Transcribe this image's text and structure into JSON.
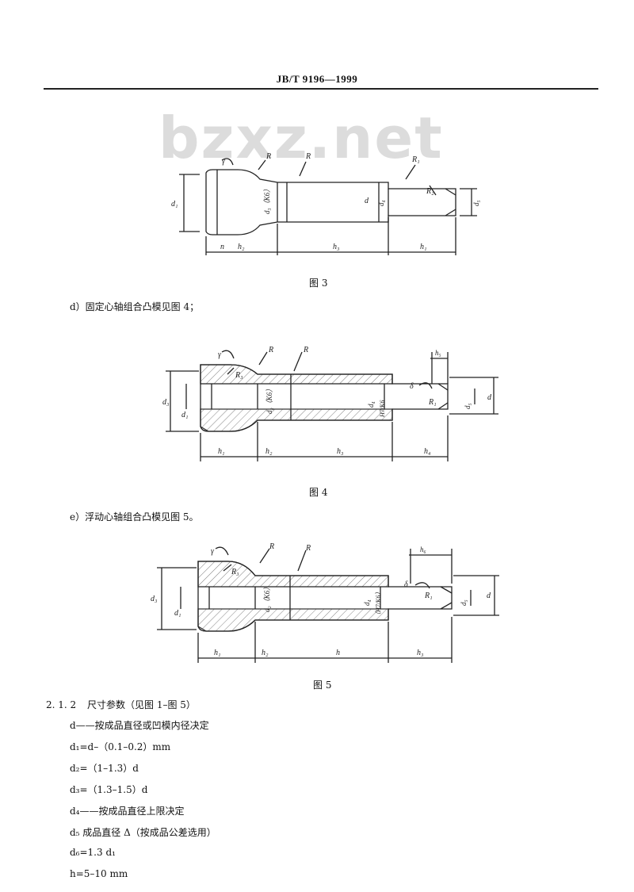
{
  "header": {
    "standard_no": "JB/T 9196—1999"
  },
  "watermark": "bzxz.net",
  "figures": [
    {
      "caption": "图 3",
      "labels": {
        "gamma": "γ",
        "r": "R",
        "R": "R",
        "R1": "R₁",
        "R2": "R₂",
        "d1": "d₁",
        "d3": "d₃（K6）",
        "d": "d",
        "d4": "d₄",
        "d5": "d₅",
        "n": "n",
        "h2": "h₂",
        "h3": "h₃",
        "h1": "h₁"
      }
    },
    {
      "caption": "图 4",
      "labels": {
        "gamma": "γ",
        "R": "R",
        "R_2": "R",
        "R3": "R₃",
        "d3": "d₃",
        "d1": "d₁",
        "d2": "d₂（K6）",
        "d4": "d₄",
        "d4tol": "H7/K6",
        "delta": "δ",
        "R1": "R₁",
        "d5": "d₅",
        "d": "d",
        "h5": "h₅",
        "h1": "h₁",
        "h2": "h₂",
        "h3": "h₃",
        "h4": "h₄"
      }
    },
    {
      "caption": "图 5",
      "labels": {
        "gamma": "γ",
        "R": "R",
        "R_2": "R",
        "R3": "R₃",
        "d3": "d₃",
        "d1": "d₁",
        "d2": "d₂（K6）",
        "d4": "d₄",
        "d4tol": "（H7/K6）",
        "delta": "δ",
        "R1": "R₁",
        "d5": "d₅",
        "d": "d",
        "h6": "h₆",
        "h1": "h₁",
        "h2": "h₂",
        "h": "h",
        "h3": "h₃"
      }
    }
  ],
  "items": {
    "d": "d）固定心轴组合凸模见图 4；",
    "e": "e）浮动心轴组合凸模见图 5。"
  },
  "section": {
    "number": "2. 1. 2",
    "title": "尺寸参数（见图 1–图 5）",
    "lines": [
      "d——按成品直径或凹模内径决定",
      "d₁=d–（0.1–0.2）mm",
      "d₂=（1–1.3）d",
      "d₃=（1.3–1.5）d",
      "d₄——按成品直径上限决定",
      "d₅ 成品直径 Δ（按成品公差选用）",
      "d₆=1.3 d₁",
      "h=5–10 mm"
    ]
  }
}
